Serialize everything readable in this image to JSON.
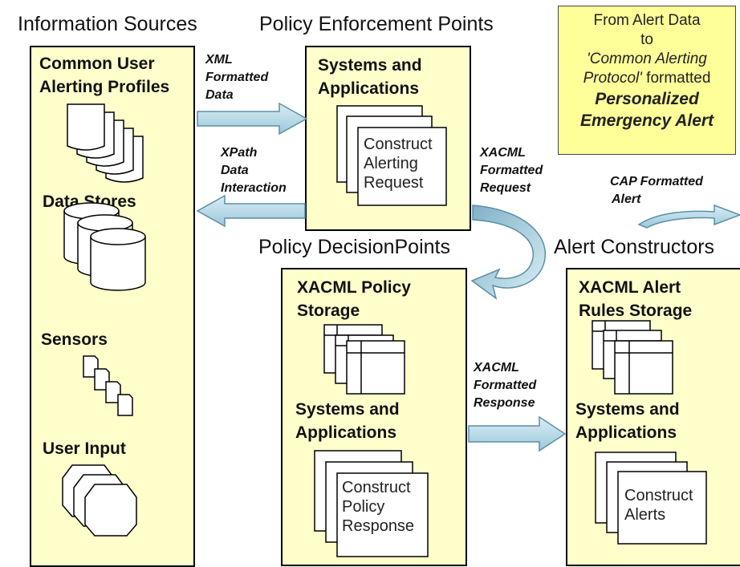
{
  "headings": {
    "info_sources": "Information Sources",
    "pep": "Policy Enforcement Points",
    "pdp": "Policy DecisionPoints",
    "alert_constructors": "Alert Constructors"
  },
  "note": {
    "line1": "From Alert Data",
    "line2": "to",
    "line3_italic": "'Common Alerting Protocol'",
    "line3_plain": " formatted",
    "line4": "Personalized",
    "line5": "Emergency Alert"
  },
  "info_panel": {
    "title1": "Common User",
    "title2": "Alerting Profiles",
    "data_stores": "Data Stores",
    "sensors": "Sensors",
    "user_input": "User Input"
  },
  "pep_panel": {
    "title1": "Systems and",
    "title2": "Applications",
    "box1": "Construct",
    "box2": "Alerting",
    "box3": "Request"
  },
  "pdp_panel": {
    "title1": "XACML Policy",
    "title2": "Storage",
    "sub1": "Systems and",
    "sub2": "Applications",
    "box1": "Construct",
    "box2": "Policy",
    "box3": "Response"
  },
  "ac_panel": {
    "title1": "XACML Alert",
    "title2": "Rules Storage",
    "sub1": "Systems and",
    "sub2": "Applications",
    "box1": "Construct",
    "box2": "Alerts"
  },
  "arrows": {
    "xml1": "XML",
    "xml2": "Formatted",
    "xml3": "Data",
    "xpath1": "XPath",
    "xpath2": "Data",
    "xpath3": "Interaction",
    "req1": "XACML",
    "req2": "Formatted",
    "req3": "Request",
    "resp1": "XACML",
    "resp2": "Formatted",
    "resp3": "Response",
    "cap1": "CAP Formatted",
    "cap2": "Alert"
  },
  "colors": {
    "panel_fill": "#ffffcc",
    "note_fill": "#ffff99",
    "arrow_fill": "#b8dce8",
    "arrow_stroke": "#5a8fa8"
  }
}
